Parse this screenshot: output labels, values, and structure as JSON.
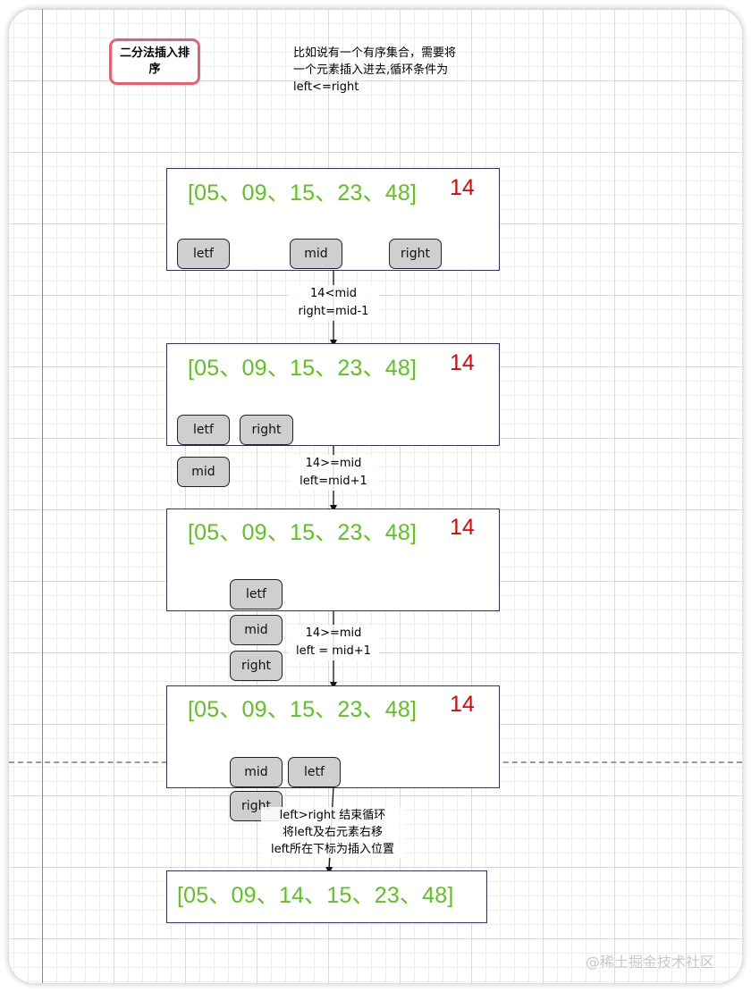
{
  "title": "二分法插入排序",
  "description": [
    "比如说有一个有序集合，需要将",
    "一个元素插入进去,循环条件为",
    "left<=right"
  ],
  "steps": [
    {
      "array": "[05、09、15、23、48]",
      "target": "14",
      "pills": [
        "letf",
        "mid",
        "right"
      ],
      "transition": [
        "14<mid",
        "right=mid-1"
      ]
    },
    {
      "array": "[05、09、15、23、48]",
      "target": "14",
      "pills": [
        "letf",
        "right"
      ],
      "outside": [
        "mid"
      ],
      "transition": [
        "14>=mid",
        "left=mid+1"
      ]
    },
    {
      "array": "[05、09、15、23、48]",
      "target": "14",
      "pills": [
        "letf"
      ],
      "outside": [
        "mid",
        "right"
      ],
      "transition": [
        "14>=mid",
        "left = mid+1"
      ]
    },
    {
      "array": "[05、09、15、23、48]",
      "target": "14",
      "pills": [
        "mid",
        "letf"
      ],
      "outside": [
        "right"
      ],
      "transition": [
        "left>right 结束循环",
        "将left及右元素右移",
        "left所在下标为插入位置"
      ]
    }
  ],
  "result": "[05、09、14、15、23、48]",
  "watermark": "@稀土掘金技术社区"
}
